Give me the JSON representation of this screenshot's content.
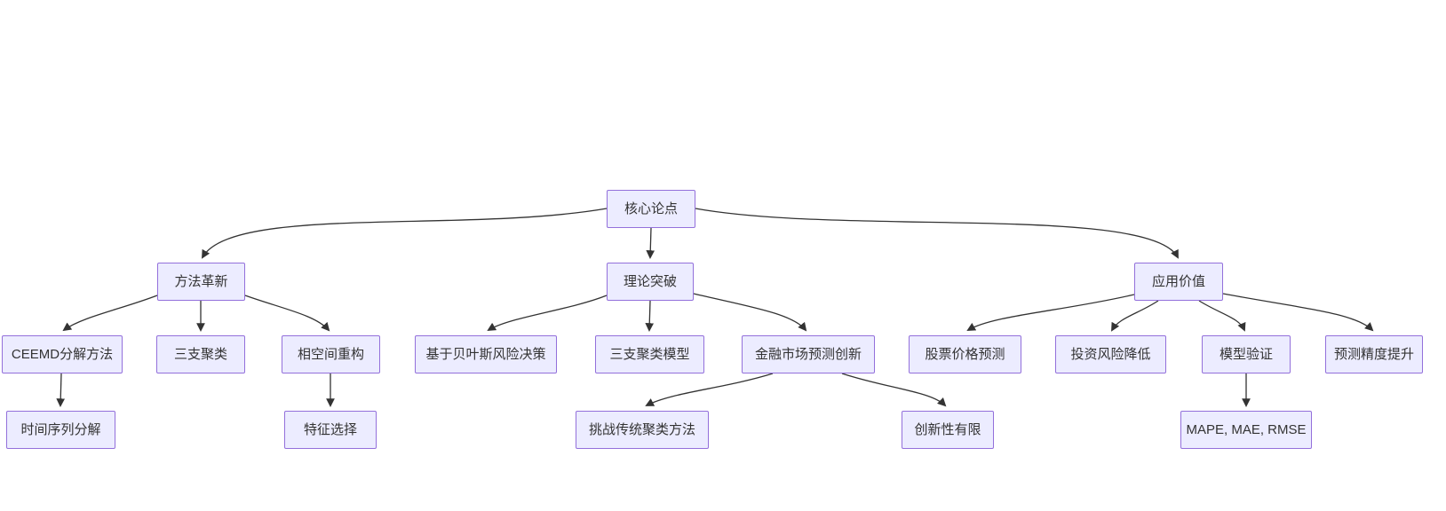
{
  "diagram": {
    "type": "flowchart",
    "direction": "top-down",
    "colors": {
      "background": "#FFFFFF",
      "node_fill": "#ECECFF",
      "node_border": "#9370DB",
      "edge_line": "#333333",
      "text": "#333333"
    },
    "nodes": {
      "core_thesis": {
        "label": "核心论点"
      },
      "method_innovation": {
        "label": "方法革新"
      },
      "theory_breakthrough": {
        "label": "理论突破"
      },
      "application_value": {
        "label": "应用价值"
      },
      "ceemd_decomposition": {
        "label": "CEEMD分解方法"
      },
      "three_way_clustering": {
        "label": "三支聚类"
      },
      "phase_space_reconstruction": {
        "label": "相空间重构"
      },
      "bayesian_risk_decision": {
        "label": "基于贝叶斯风险决策"
      },
      "three_way_clustering_model": {
        "label": "三支聚类模型"
      },
      "financial_market_forecast_innovation": {
        "label": "金融市场预测创新"
      },
      "stock_price_prediction": {
        "label": "股票价格预测"
      },
      "investment_risk_reduction": {
        "label": "投资风险降低"
      },
      "model_validation": {
        "label": "模型验证"
      },
      "prediction_accuracy_improvement": {
        "label": "预测精度提升"
      },
      "time_series_decomposition": {
        "label": "时间序列分解"
      },
      "feature_selection": {
        "label": "特征选择"
      },
      "challenge_traditional_clustering": {
        "label": "挑战传统聚类方法"
      },
      "limited_novelty": {
        "label": "创新性有限"
      },
      "error_metrics": {
        "label": "MAPE, MAE, RMSE"
      }
    },
    "edges": [
      {
        "from": "核心论点",
        "to": "方法革新"
      },
      {
        "from": "核心论点",
        "to": "理论突破"
      },
      {
        "from": "核心论点",
        "to": "应用价值"
      },
      {
        "from": "方法革新",
        "to": "CEEMD分解方法"
      },
      {
        "from": "方法革新",
        "to": "三支聚类"
      },
      {
        "from": "方法革新",
        "to": "相空间重构"
      },
      {
        "from": "理论突破",
        "to": "基于贝叶斯风险决策"
      },
      {
        "from": "理论突破",
        "to": "三支聚类模型"
      },
      {
        "from": "理论突破",
        "to": "金融市场预测创新"
      },
      {
        "from": "应用价值",
        "to": "股票价格预测"
      },
      {
        "from": "应用价值",
        "to": "投资风险降低"
      },
      {
        "from": "应用价值",
        "to": "模型验证"
      },
      {
        "from": "应用价值",
        "to": "预测精度提升"
      },
      {
        "from": "CEEMD分解方法",
        "to": "时间序列分解"
      },
      {
        "from": "相空间重构",
        "to": "特征选择"
      },
      {
        "from": "金融市场预测创新",
        "to": "挑战传统聚类方法"
      },
      {
        "from": "金融市场预测创新",
        "to": "创新性有限"
      },
      {
        "from": "模型验证",
        "to": "MAPE, MAE, RMSE"
      }
    ]
  }
}
